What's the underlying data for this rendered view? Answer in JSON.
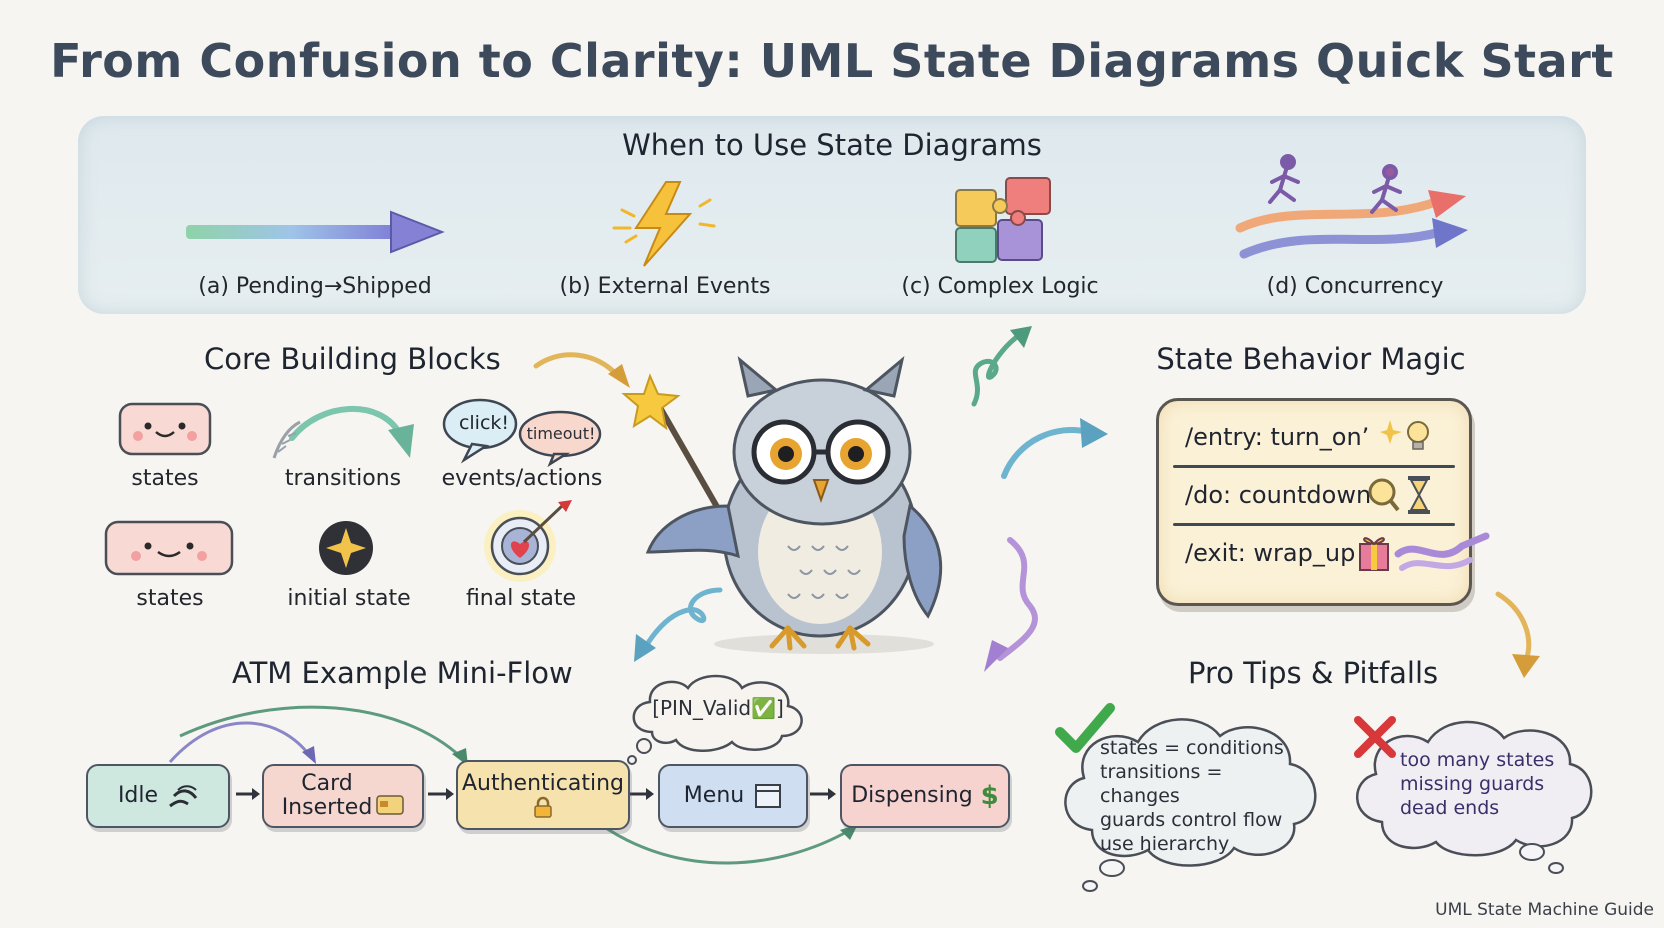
{
  "title": "From Confusion to Clarity: UML State Diagrams Quick Start",
  "when": {
    "heading": "When to Use State Diagrams",
    "items": [
      {
        "label": "(a) Pending→Shipped",
        "icon": "gradient-arrow-icon"
      },
      {
        "label": "(b) External Events",
        "icon": "lightning-icon"
      },
      {
        "label": "(c) Complex Logic",
        "icon": "puzzle-icon"
      },
      {
        "label": "(d) Concurrency",
        "icon": "runners-icon"
      }
    ]
  },
  "core": {
    "heading": "Core Building Blocks",
    "items": [
      {
        "label": "states",
        "icon": "smiling-state-icon"
      },
      {
        "label": "transitions",
        "icon": "curved-arrow-icon"
      },
      {
        "label": "events/actions",
        "icon": "speech-bubbles-icon"
      },
      {
        "label": "states",
        "icon": "smiling-state-icon"
      },
      {
        "label": "initial state",
        "icon": "initial-star-icon"
      },
      {
        "label": "final state",
        "icon": "target-icon"
      }
    ],
    "bubble_click": "click!",
    "bubble_timeout": "timeout!"
  },
  "behavior": {
    "heading": "State Behavior Magic",
    "rows": [
      "/entry: turn_on’",
      "/do: countdown",
      "/exit: wrap_up"
    ]
  },
  "atm": {
    "heading": "ATM Example Mini-Flow",
    "guard": "[PIN_Valid✅]",
    "states": [
      "Idle",
      "Card\nInserted",
      "Authenticating",
      "Menu",
      "Dispensing"
    ],
    "dollar": "$"
  },
  "tips": {
    "heading": "Pro Tips & Pitfalls",
    "good": [
      "states = conditions",
      "transitions = changes",
      "guards control flow",
      "use hierarchy"
    ],
    "bad": [
      "too many states",
      "missing guards",
      "dead ends"
    ]
  },
  "footer": "UML State Machine Guide",
  "colors": {
    "idle": "#cfe8df",
    "card": "#f6d7cf",
    "auth": "#f6e2ad",
    "menu": "#cfdff1",
    "dispense": "#f7d3cf",
    "title": "#3c4a5c",
    "check": "#3fa94c",
    "cross": "#d8383a"
  }
}
